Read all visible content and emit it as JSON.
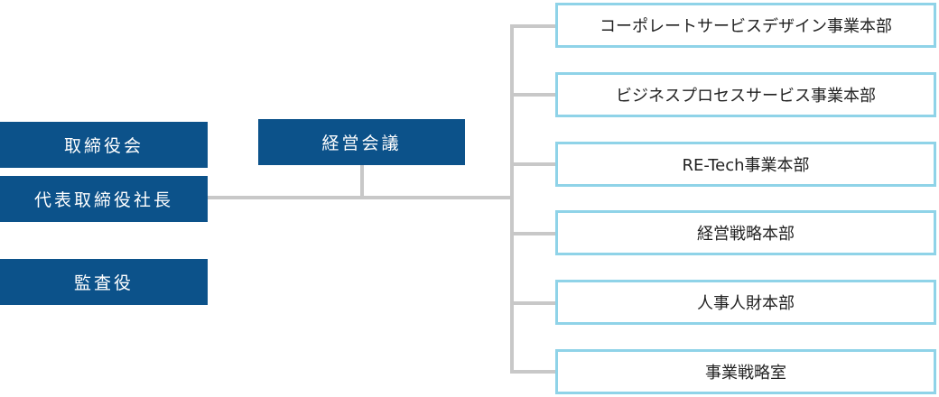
{
  "colors": {
    "executive_fill": "#0c528a",
    "executive_text": "#ffffff",
    "division_border": "#8fd3e8",
    "division_text": "#222222",
    "connector": "#c8c8c8"
  },
  "executives": {
    "board": "取締役会",
    "president": "代表取締役社長",
    "auditor": "監査役"
  },
  "management_meeting": "経営会議",
  "divisions": [
    "コーポレートサービスデザイン事業本部",
    "ビジネスプロセスサービス事業本部",
    "RE-Tech事業本部",
    "経営戦略本部",
    "人事人財本部",
    "事業戦略室"
  ]
}
